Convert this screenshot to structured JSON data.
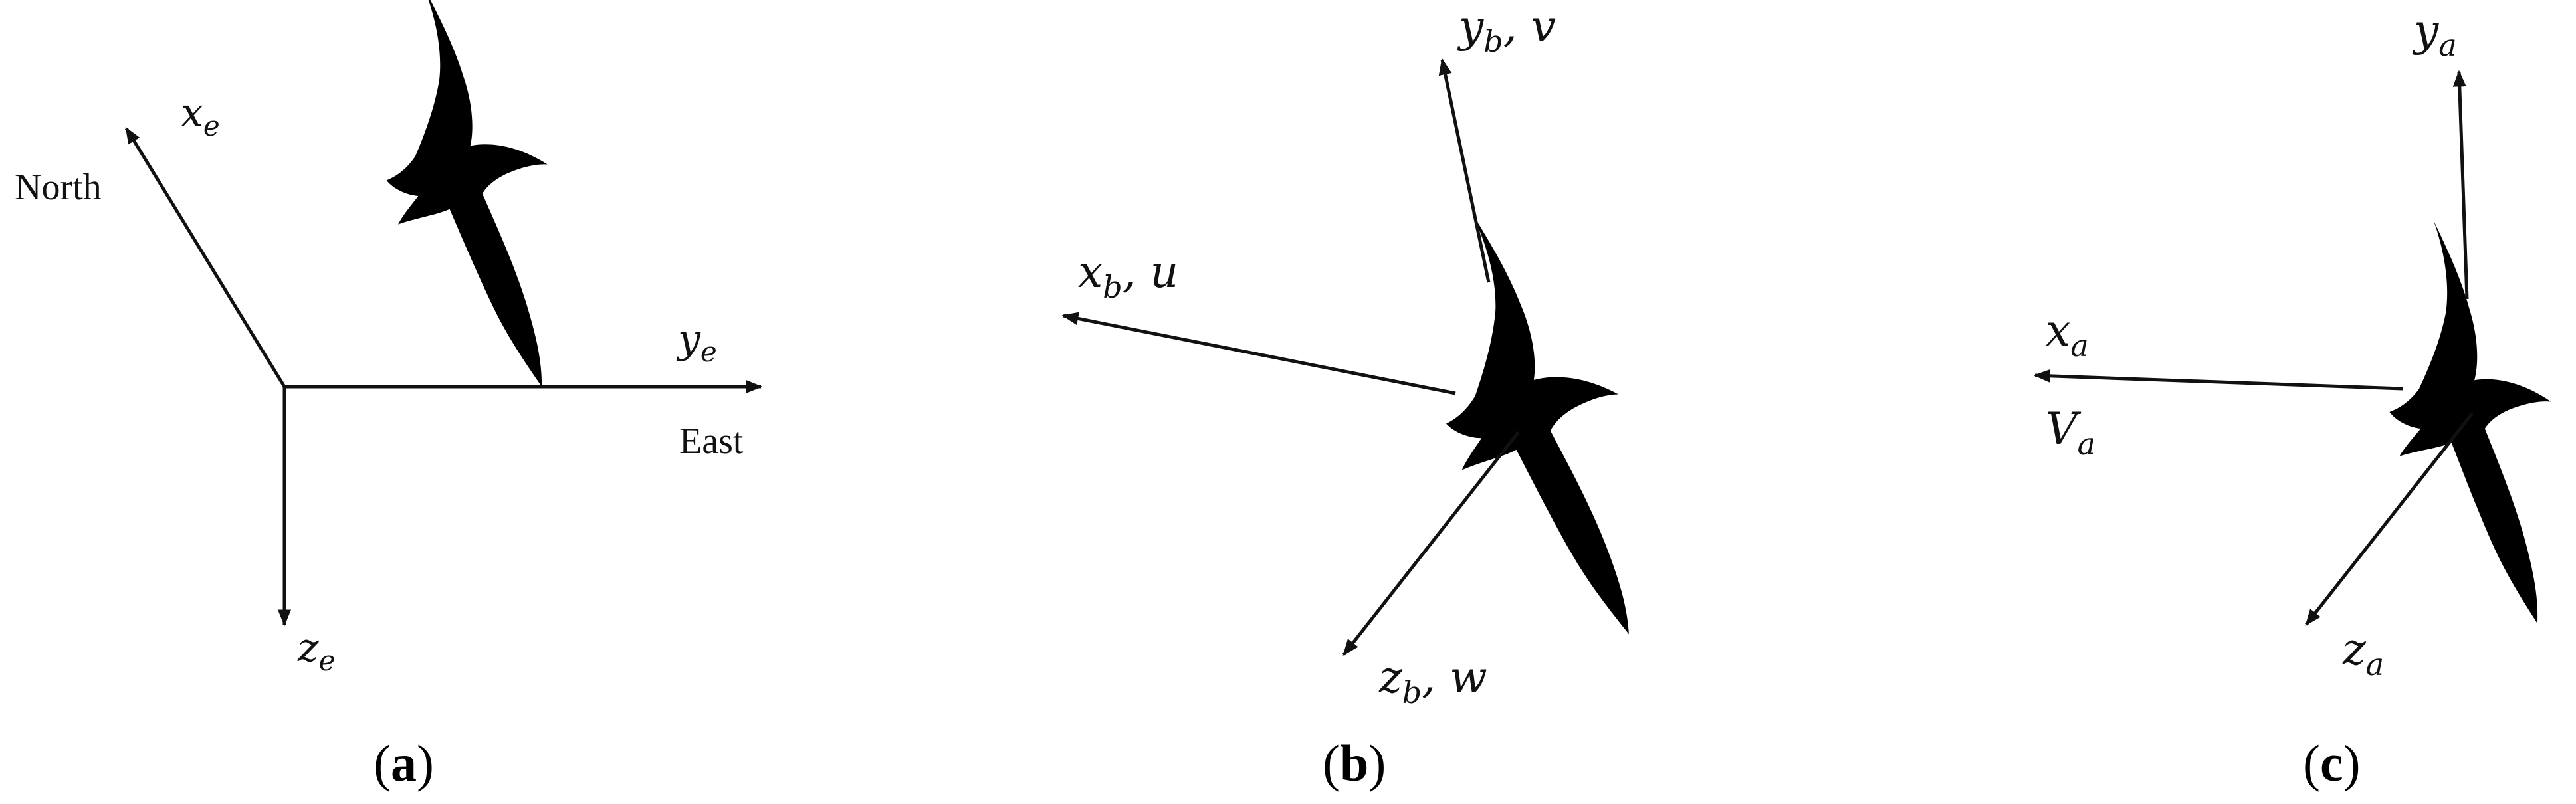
{
  "panels": [
    {
      "id": "a",
      "axes": {
        "x": {
          "name": "x",
          "sub": "e"
        },
        "y": {
          "name": "y",
          "sub": "e"
        },
        "z": {
          "name": "z",
          "sub": "e"
        }
      },
      "direction_labels": {
        "north": "North",
        "east": "East"
      },
      "caption": {
        "open": "(",
        "letter": "a",
        "close": ")"
      }
    },
    {
      "id": "b",
      "axes": {
        "x": {
          "name": "x",
          "sub": "b",
          "suffix": ", u"
        },
        "y": {
          "name": "y",
          "sub": "b",
          "suffix": ", v"
        },
        "z": {
          "name": "z",
          "sub": "b",
          "suffix": ", w"
        }
      },
      "caption": {
        "open": "(",
        "letter": "b",
        "close": ")"
      }
    },
    {
      "id": "c",
      "axes": {
        "x": {
          "name": "x",
          "sub": "a"
        },
        "y": {
          "name": "y",
          "sub": "a"
        },
        "z": {
          "name": "z",
          "sub": "a"
        },
        "v": {
          "name": "V",
          "sub": "a"
        }
      },
      "caption": {
        "open": "(",
        "letter": "c",
        "close": ")"
      }
    }
  ]
}
